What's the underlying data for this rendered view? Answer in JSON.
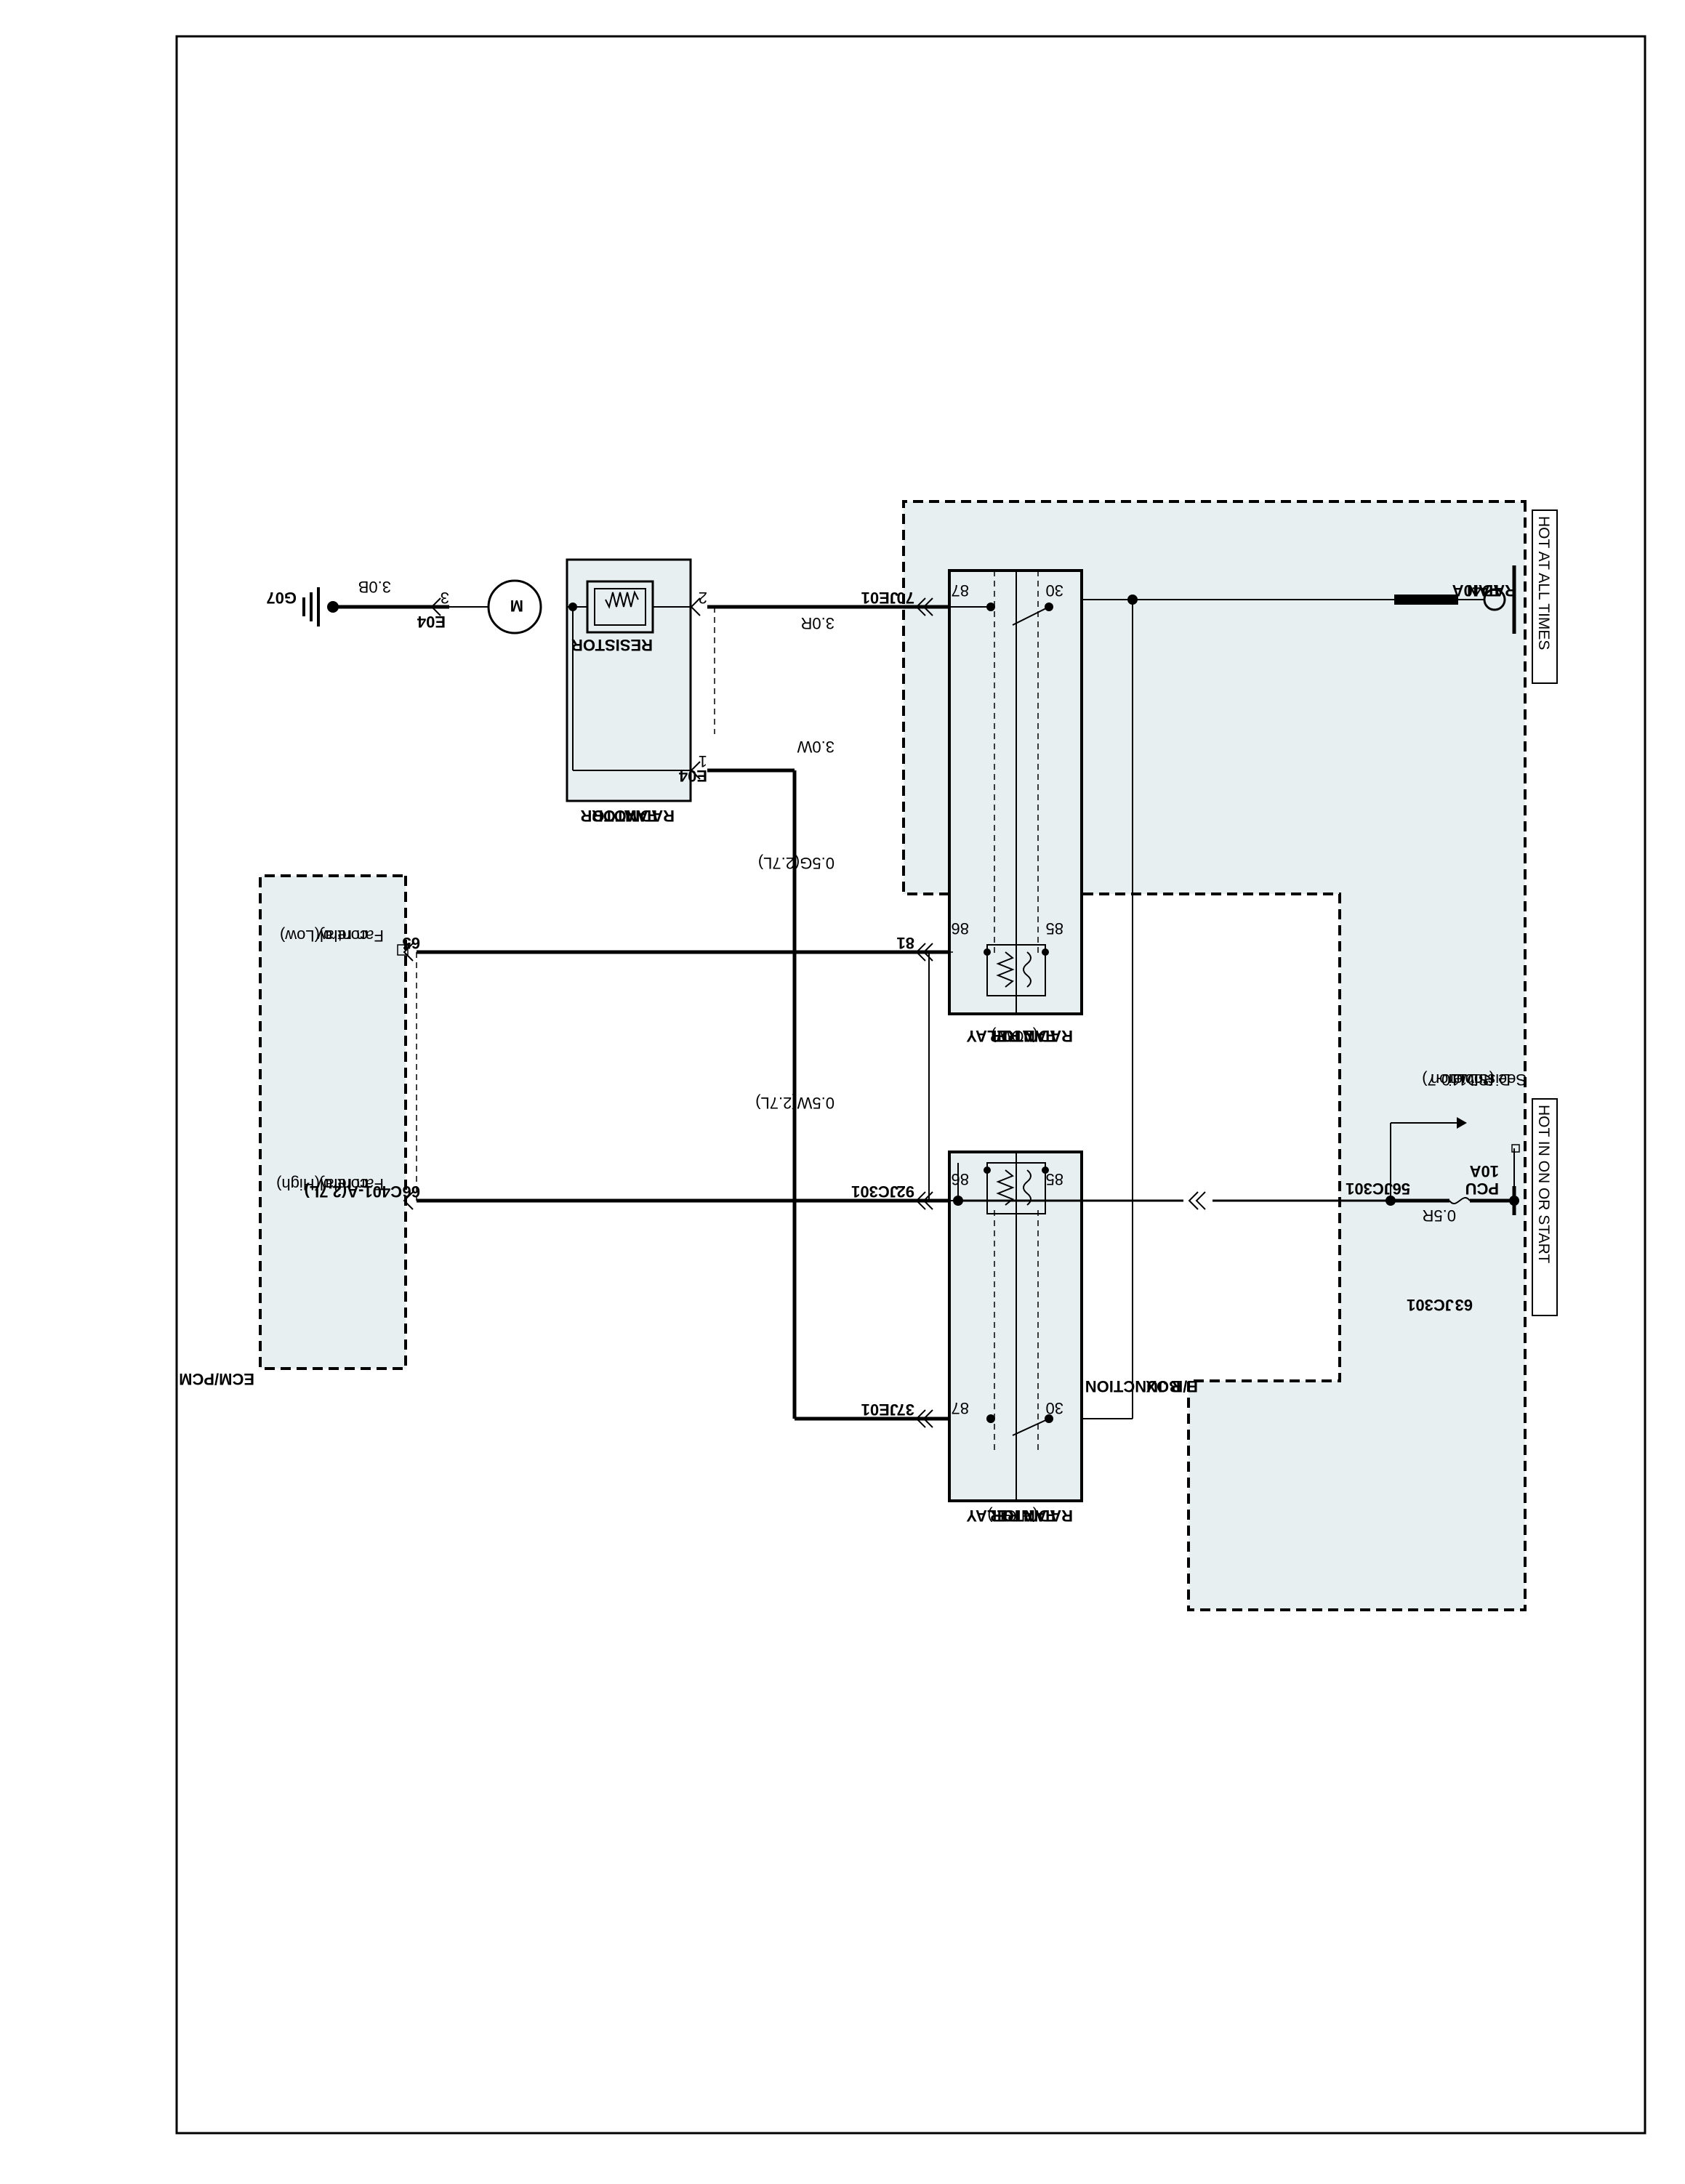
{
  "headers": {
    "hot_at_all_times": "HOT AT ALL TIMES",
    "hot_in_on_or_start": "HOT IN ON OR START"
  },
  "fuses": {
    "rad_fan": [
      "RAD",
      "FAN",
      "40A"
    ],
    "pcu": [
      "PCU",
      "10A"
    ]
  },
  "power_ref": [
    "See Power",
    "Distribution",
    "(SD110-7)"
  ],
  "boxes": {
    "er_junction": [
      "E/R JUNCTION",
      "BOX"
    ],
    "ecm_pcm": "ECM/PCM"
  },
  "relays": {
    "low": [
      "RADIATOR",
      "FAN RELAY",
      "(LOW)"
    ],
    "high": [
      "RADIATOR",
      "FAN RELAY",
      "(HIGH)"
    ],
    "pins": {
      "p30": "30",
      "p87": "87",
      "p86": "86",
      "p85": "85"
    }
  },
  "motor": {
    "name": [
      "RADIATOR",
      "FAN",
      "MOTOR"
    ],
    "resistor": "RESISTOR",
    "symbol": "M",
    "connector": "E04",
    "pins": {
      "p1": "1",
      "p2": "2",
      "p3": "3"
    }
  },
  "ground": {
    "id": "G07",
    "wire": "3.0B"
  },
  "connectors": {
    "je01_70": {
      "pin": "70",
      "name": "JE01"
    },
    "je01_37": {
      "pin": "37",
      "name": "JE01"
    },
    "jc301_81": {
      "pin": "81",
      "name": ""
    },
    "jc301_92": {
      "pin": "92",
      "name": "JC301"
    },
    "jc301_56": {
      "pin": "56",
      "name": "JC301"
    },
    "jc301_63": {
      "pin": "63",
      "name": "JC301"
    },
    "c401_65": {
      "pin": "65",
      "name": ""
    },
    "c401_66": {
      "pin": "66",
      "name": "C401-A(2.7L)"
    }
  },
  "wires": {
    "motor_pin2": "3.0R",
    "motor_pin1": "3.0W",
    "relay_low_ctrl": "0.5G(2.7L)",
    "relay_high_ctrl": "0.5W(2.7L)",
    "pcu_feed": "0.5R"
  },
  "ecm_signals": {
    "low": [
      "Fan relay",
      "control(Low)"
    ],
    "high": [
      "Fan relay",
      "control(High)"
    ]
  }
}
